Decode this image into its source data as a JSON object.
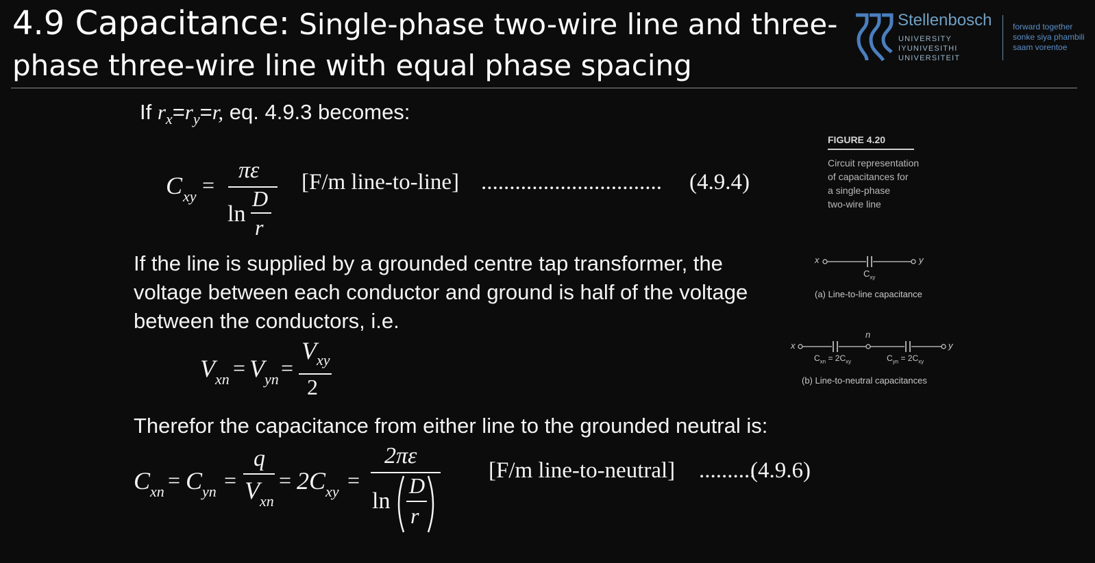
{
  "title": {
    "line1_main": "4.9 Capacitance:",
    "line1_rest": " Single-phase two-wire line and three-",
    "line2": "phase three-wire line with equal phase spacing"
  },
  "logo": {
    "name": "Stellenbosch",
    "sub1": "UNIVERSITY",
    "sub2": "IYUNIVESITHI",
    "sub3": "UNIVERSITEIT",
    "tag1": "forward together",
    "tag2": "sonke siya phambili",
    "tag3": "saam vorentoe",
    "color": "#4a7fbf"
  },
  "intro": {
    "if": "If ",
    "rx": "r",
    "sub_x": "x",
    "eq1": "=",
    "ry": "r",
    "sub_y": "y",
    "eq2": "=",
    "r": "r,",
    "rest": " eq. 4.9.3 becomes:"
  },
  "eq494": {
    "lhs": "C",
    "lhs_sub": "xy",
    "equals": "=",
    "num": "πε",
    "ln": "ln",
    "D": "D",
    "r": "r",
    "unit": "[F/m line-to-line]",
    "dots": "................................",
    "number": "(4.9.4)"
  },
  "para1": {
    "l1": "If the line is supplied by a grounded centre tap transformer, the",
    "l2": "voltage between each conductor and ground is half of the voltage",
    "l3": "between the conductors, i.e."
  },
  "eqV": {
    "V1": "V",
    "s1": "xn",
    "eq1": "=",
    "V2": "V",
    "s2": "yn",
    "eq2": "=",
    "V3": "V",
    "s3": "xy",
    "den": "2"
  },
  "para2": "Therefor the capacitance from either line to the grounded neutral is:",
  "eq496": {
    "C1": "C",
    "s1": "xn",
    "eq1": "=",
    "C2": "C",
    "s2": "yn",
    "eq2": "=",
    "q": "q",
    "V": "V",
    "sv": "xn",
    "eq3": "=",
    "twoC": "2C",
    "s3": "xy",
    "eq4": "=",
    "num": "2πε",
    "ln": "ln",
    "D": "D",
    "r": "r",
    "unit": "[F/m line-to-neutral]",
    "dots": "..........",
    "number": "(4.9.6)"
  },
  "figure": {
    "title": "FIGURE 4.20",
    "cap1": "Circuit representation",
    "cap2": "of capacitances for",
    "cap3": "a single-phase",
    "cap4": "two-wire line",
    "a_x": "x",
    "a_y": "y",
    "a_c": "C",
    "a_c_sub": "xy",
    "a_caption": "(a)  Line-to-line capacitance",
    "b_n": "n",
    "b_x": "x",
    "b_y": "y",
    "b_c1": "C",
    "b_c1_sub": "xn",
    "b_c1_val": " = 2C",
    "b_c1_val_sub": "xy",
    "b_c2": "C",
    "b_c2_sub": "yn",
    "b_c2_val": " = 2C",
    "b_c2_val_sub": "xy",
    "b_caption": "(b)  Line-to-neutral capacitances"
  }
}
